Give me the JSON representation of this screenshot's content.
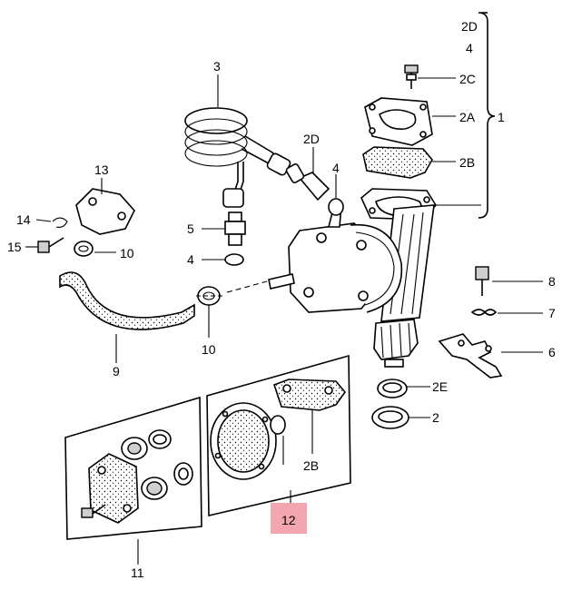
{
  "diagram": {
    "callouts": {
      "p2d_top": "2D",
      "p4_top": "4",
      "p2c": "2C",
      "p2a": "2A",
      "p1": "1",
      "p2b_right": "2B",
      "p3": "3",
      "p2d_mid": "2D",
      "p4_mid": "4",
      "p13": "13",
      "p14": "14",
      "p15": "15",
      "p10_upper": "10",
      "p5": "5",
      "p4_low": "4",
      "p8": "8",
      "p7": "7",
      "p6": "6",
      "p9": "9",
      "p10_lower": "10",
      "p2e": "2E",
      "p2_low": "2",
      "p2b_kit": "2B",
      "p12": "12",
      "p11": "11"
    },
    "colors": {
      "highlight": "#f4a6b0",
      "ink": "#000000"
    }
  }
}
